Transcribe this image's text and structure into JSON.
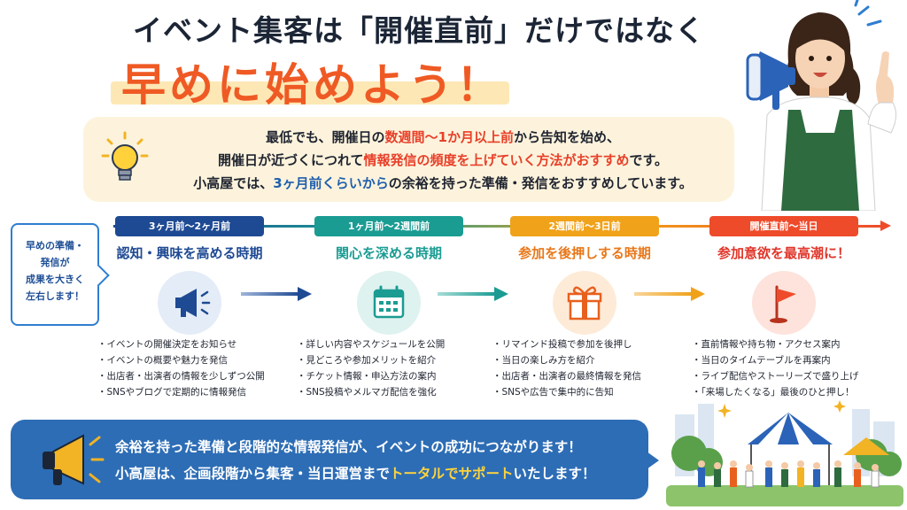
{
  "header": {
    "title_line1": "イベント集客は「開催直前」だけではなく",
    "title_line2": "早めに始めよう！"
  },
  "intro": {
    "line1": {
      "a": "最低でも、開催日の",
      "b": "数週間〜1か月以上前",
      "c": "から告知を始め、"
    },
    "line2": {
      "a": "開催日が近づくにつれて",
      "b": "情報発信の頻度を上げていく方法がおすすめ",
      "c": "です。"
    },
    "line3": {
      "a": "小高屋では、",
      "b": "3ヶ月前くらいから",
      "c": "の余裕を持った準備・発信をおすすめしています。"
    }
  },
  "side_note": {
    "line1": "早めの準備・",
    "line2": "発信が",
    "line3": "成果を大きく",
    "line4": "左右します！"
  },
  "phases": [
    {
      "period": "3ヶ月前〜2ヶ月前",
      "title": "認知・興味を高める時期",
      "icon": "megaphone-icon",
      "color": "#1e4a93",
      "items": [
        "イベントの開催決定をお知らせ",
        "イベントの概要や魅力を発信",
        "出店者・出演者の情報を少しずつ公開",
        "SNSやブログで定期的に情報発信"
      ]
    },
    {
      "period": "1ヶ月前〜2週間前",
      "title": "関心を深める時期",
      "icon": "calendar-icon",
      "color": "#1a9c93",
      "items": [
        "詳しい内容やスケジュールを公開",
        "見どころや参加メリットを紹介",
        "チケット情報・申込方法の案内",
        "SNS投稿やメルマガ配信を強化"
      ]
    },
    {
      "period": "2週間前〜3日前",
      "title": "参加を後押しする時期",
      "icon": "gift-icon",
      "color": "#f0a21a",
      "items": [
        "リマインド投稿で参加を後押し",
        "当日の楽しみ方を紹介",
        "出店者・出演者の最終情報を発信",
        "SNSや広告で集中的に告知"
      ]
    },
    {
      "period": "開催直前〜当日",
      "title": "参加意欲を最高潮に！",
      "icon": "flag-icon",
      "color": "#ee4b2b",
      "items": [
        "直前情報や持ち物・アクセス案内",
        "当日のタイムテーブルを再案内",
        "ライブ配信やストーリーズで盛り上げ",
        "「来場したくなる」最後のひと押し！"
      ]
    }
  ],
  "footer": {
    "line1": "余裕を持った準備と段階的な情報発信が、イベントの成功につながります！",
    "line2a": "小高屋は、企画段階から集客・当日運営まで",
    "line2b": "トータルでサポート",
    "line2c": "いたします！"
  },
  "colors": {
    "accent_orange": "#ef5a24",
    "navy": "#1e4a93",
    "teal": "#1a9c93",
    "amber": "#f0a21a",
    "red": "#ee4b2b",
    "footer_blue": "#2d6db5",
    "intro_bg": "#fdf3dc"
  }
}
